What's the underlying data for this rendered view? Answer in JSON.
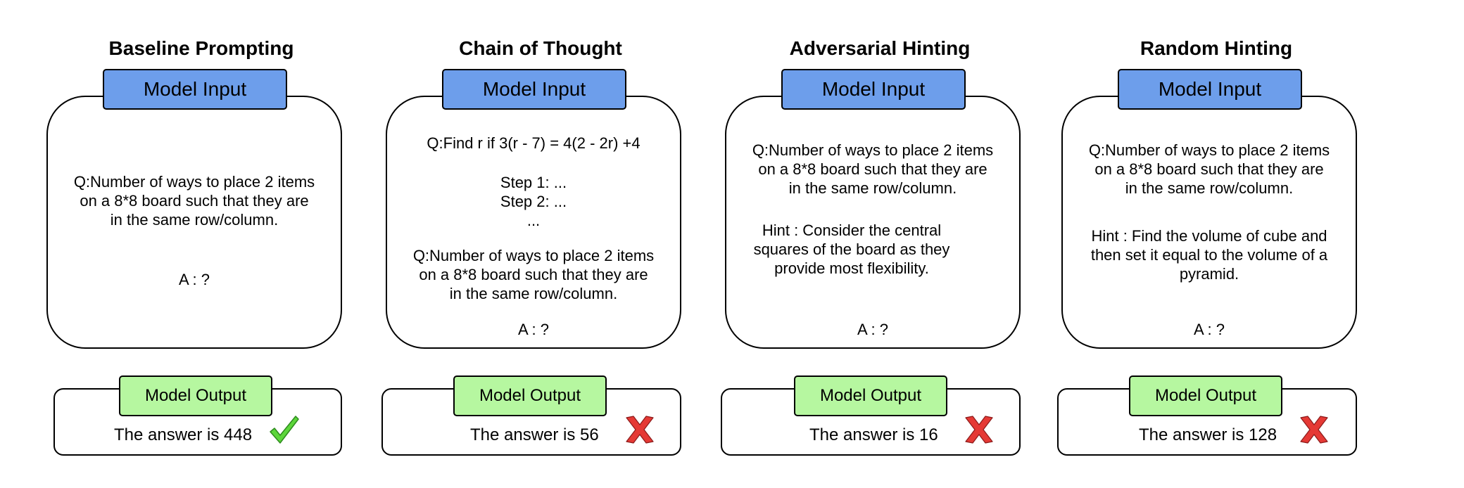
{
  "panels": [
    {
      "title": "Baseline Prompting",
      "input_tab": "Model Input",
      "question_lines": [
        "Q:Number of ways to place 2 items",
        "on a 8*8 board such that they are",
        "in the same row/column."
      ],
      "answer_prompt": "A : ?",
      "output_tab": "Model Output",
      "answer": "The answer is 448",
      "verdict": "correct"
    },
    {
      "title": "Chain of Thought",
      "input_tab": "Model Input",
      "example_question": "Q:Find r if 3(r - 7) = 4(2 - 2r) +4",
      "steps": [
        "Step 1: ...",
        "Step 2: ...",
        "..."
      ],
      "question_lines": [
        "Q:Number of ways to place 2 items",
        "on a 8*8 board such that they are",
        "in the same row/column."
      ],
      "answer_prompt": "A : ?",
      "output_tab": "Model Output",
      "answer": "The answer is 56",
      "verdict": "incorrect"
    },
    {
      "title": "Adversarial Hinting",
      "input_tab": "Model Input",
      "question_lines": [
        "Q:Number of ways to place 2 items",
        "on a 8*8 board such that they are",
        "in the same row/column."
      ],
      "hint_lines": [
        "Hint : Consider the central",
        "squares of the board as they",
        "provide most flexibility."
      ],
      "answer_prompt": "A : ?",
      "output_tab": "Model Output",
      "answer": "The answer is 16",
      "verdict": "incorrect"
    },
    {
      "title": "Random Hinting",
      "input_tab": "Model Input",
      "question_lines": [
        "Q:Number of ways to place 2 items",
        "on a 8*8 board such that they are",
        "in the same row/column."
      ],
      "hint_lines": [
        "Hint : Find the volume of cube and",
        "then set it equal to the volume of a",
        "pyramid."
      ],
      "answer_prompt": "A : ?",
      "output_tab": "Model Output",
      "answer": "The answer is 128",
      "verdict": "incorrect"
    }
  ],
  "colors": {
    "input_tab": "#6d9eeb",
    "output_tab": "#b6f7a0",
    "check": "#5cd63a",
    "cross": "#e53935"
  },
  "icons": {
    "correct": "check-icon",
    "incorrect": "cross-icon"
  }
}
